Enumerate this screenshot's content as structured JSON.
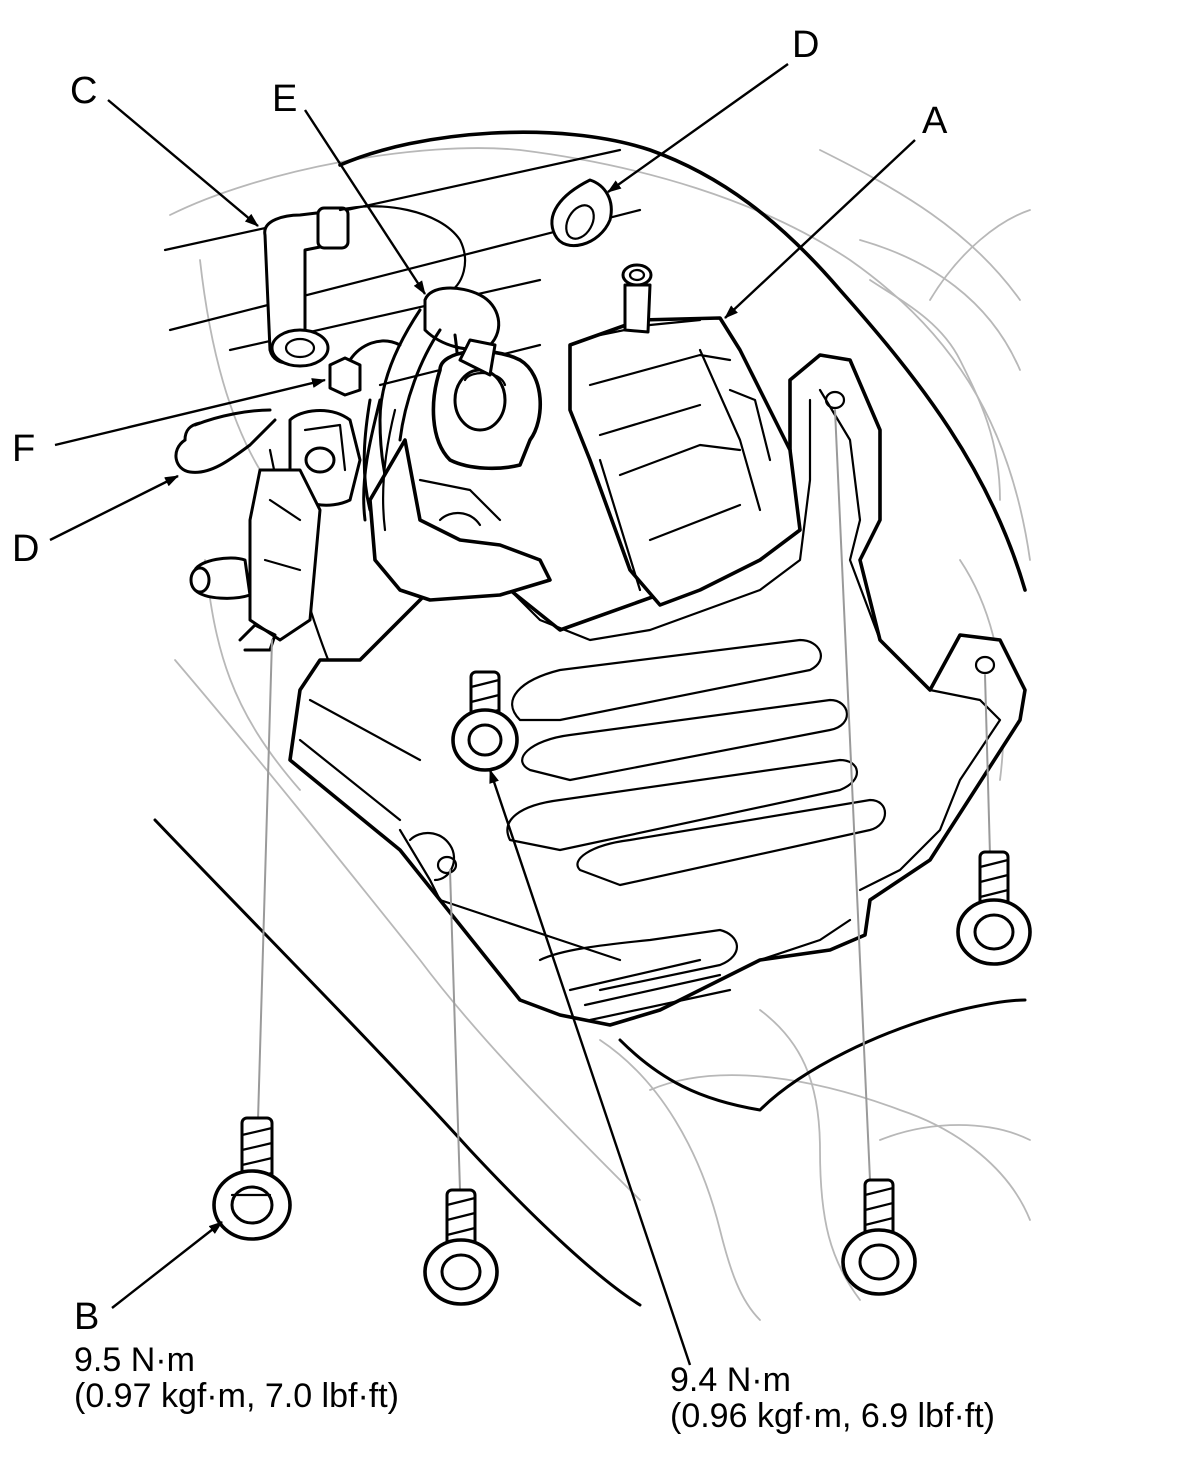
{
  "callouts": {
    "a": "A",
    "b": "B",
    "c": "C",
    "d_top": "D",
    "d_left": "D",
    "e": "E",
    "f": "F"
  },
  "torque_specs": {
    "b_line1": "9.5 N·m",
    "b_line2": "(0.97 kgf·m, 7.0 lbf·ft)",
    "center_line1": "9.4 N·m",
    "center_line2": "(0.96 kgf·m, 6.9 lbf·ft)"
  }
}
